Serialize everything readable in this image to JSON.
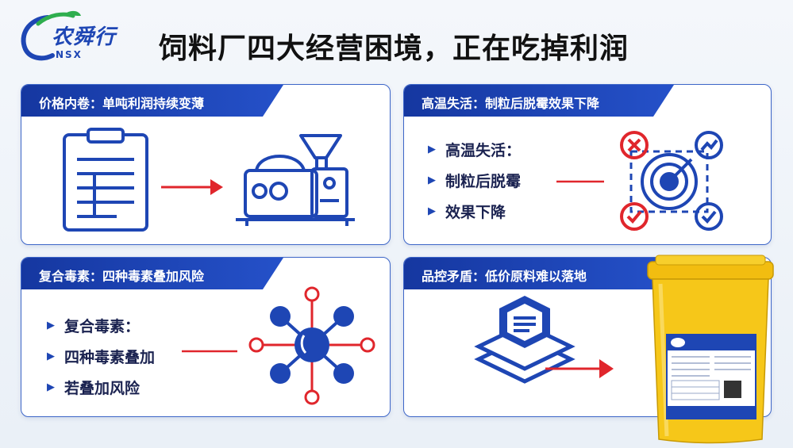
{
  "logo": {
    "brand_cn": "农舜行",
    "brand_en": "NSX"
  },
  "title": "饲料厂四大经营困境，正在吃掉利润",
  "cards": [
    {
      "title": "价格内卷：单吨利润持续变薄",
      "bullets": []
    },
    {
      "title": "高温失活：制粒后脱霉效果下降",
      "bullets": [
        "高温失活：",
        "制粒后脱霉",
        "效果下降"
      ]
    },
    {
      "title": "复合毒素：四种毒素叠加风险",
      "bullets": [
        "复合毒素：",
        "四种毒素叠加",
        "若叠加风险"
      ]
    },
    {
      "title": "品控矛盾：低价原料难以落地",
      "bullets": []
    }
  ],
  "colors": {
    "primary": "#1e46b4",
    "accent_red": "#e0262c",
    "bucket": "#f6c719"
  },
  "icons": [
    "clipboard-icon",
    "feed-machine-icon",
    "arrow-right-icon",
    "target-icon",
    "cross-icon",
    "check-icon",
    "trend-icon",
    "molecule-icon",
    "layers-document-icon",
    "feed-bucket-icon"
  ]
}
